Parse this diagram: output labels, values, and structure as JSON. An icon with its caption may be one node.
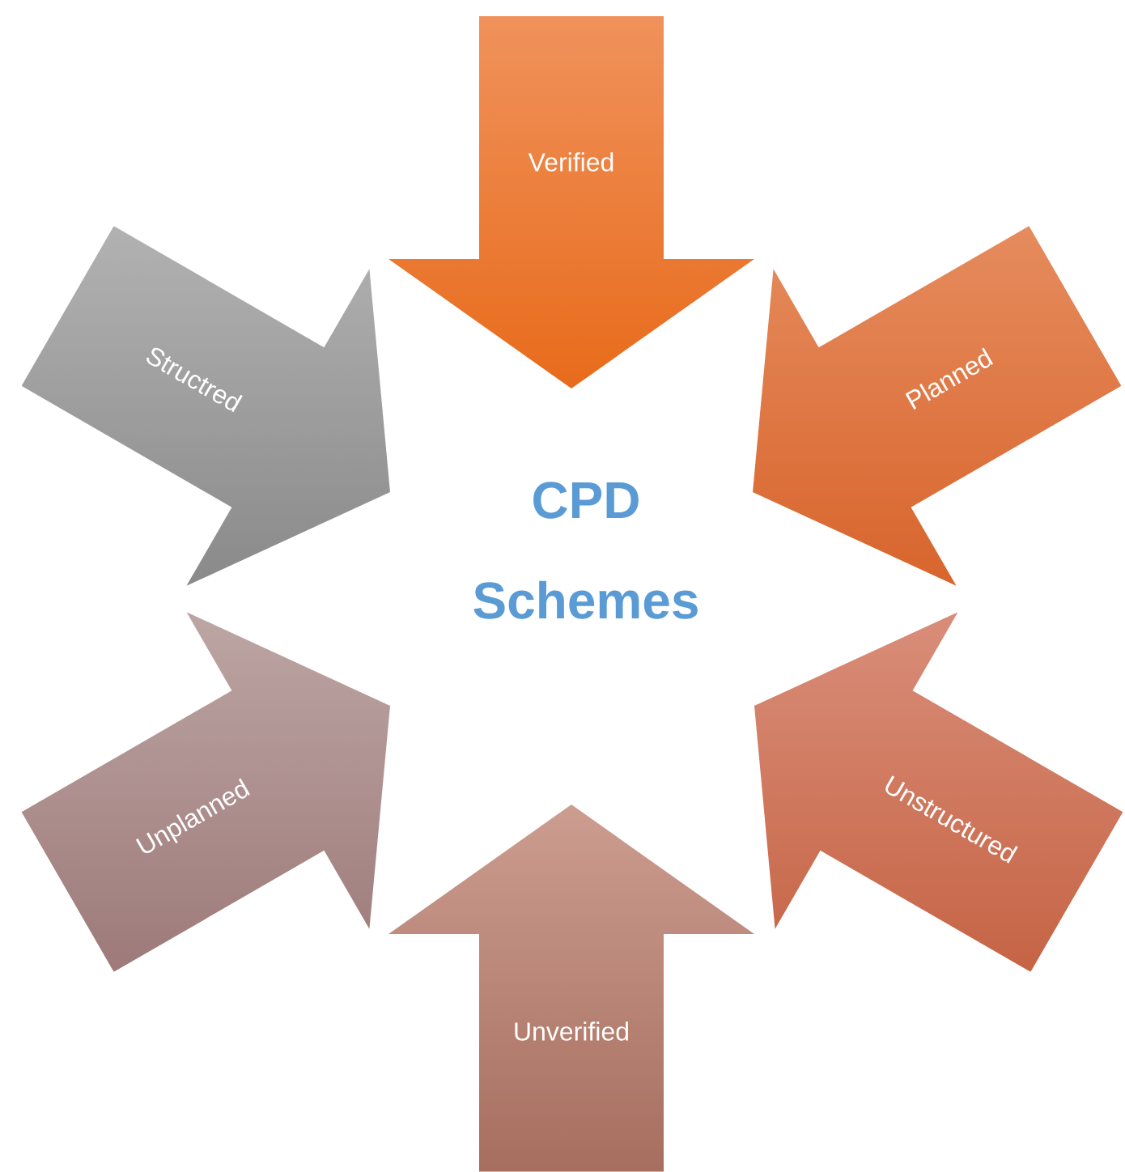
{
  "diagram": {
    "nodes": [
      {
        "text": [
          "Verified"
        ]
      },
      {
        "text": [
          "Structred"
        ]
      },
      {
        "text": [
          "Planned"
        ]
      },
      {
        "text": [
          "CPD Schemes"
        ]
      },
      {
        "text": [
          "Unplanned"
        ]
      },
      {
        "text": [
          "Unstructured"
        ]
      },
      {
        "text": [
          "Unverified"
        ]
      }
    ]
  }
}
